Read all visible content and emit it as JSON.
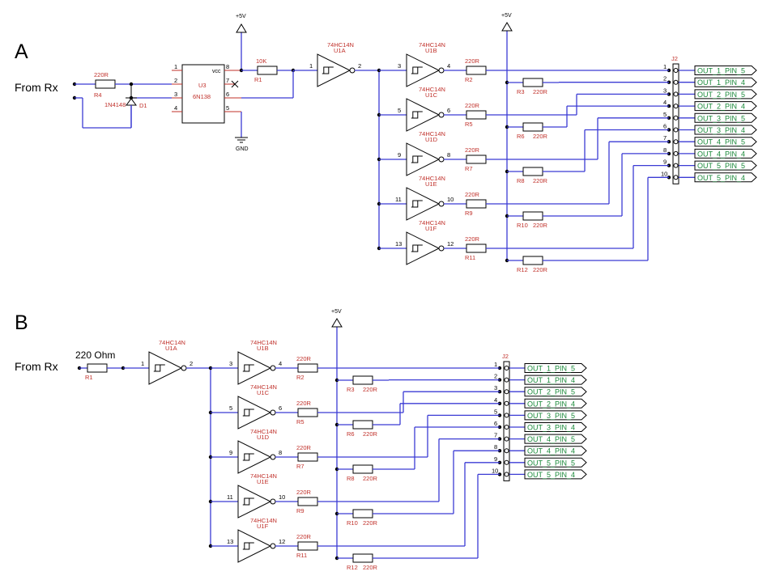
{
  "panels": [
    {
      "label": "A",
      "input_label": "From Rx",
      "supply_label": "+5V",
      "optocoupler": {
        "ref": "U3",
        "part": "6N138",
        "vcc_label": "vcc",
        "pins": [
          "1",
          "2",
          "3",
          "4",
          "8",
          "7",
          "6",
          "5"
        ]
      },
      "input_resistor": {
        "ref": "R4",
        "value": "220R"
      },
      "diode": {
        "ref": "D1",
        "part": "1N4148"
      },
      "pullup": {
        "ref": "R1",
        "value": "10K"
      },
      "ground_label": "GND",
      "supply2_label": "+5V",
      "buffer": {
        "part": "74HC14N",
        "ref": "U1A",
        "in_pin": "1",
        "out_pin": "2"
      },
      "inverters": [
        {
          "part": "74HC14N",
          "ref": "U1B",
          "in_pin": "3",
          "out_pin": "4",
          "series_ref": "R2",
          "series_val": "220R",
          "pd_ref": "R3",
          "pd_val": "220R"
        },
        {
          "part": "74HC14N",
          "ref": "U1C",
          "in_pin": "5",
          "out_pin": "6",
          "series_ref": "R5",
          "series_val": "220R",
          "pd_ref": "R6",
          "pd_val": "220R"
        },
        {
          "part": "74HC14N",
          "ref": "U1D",
          "in_pin": "9",
          "out_pin": "8",
          "series_ref": "R7",
          "series_val": "220R",
          "pd_ref": "R8",
          "pd_val": "220R"
        },
        {
          "part": "74HC14N",
          "ref": "U1E",
          "in_pin": "11",
          "out_pin": "10",
          "series_ref": "R9",
          "series_val": "220R",
          "pd_ref": "R10",
          "pd_val": "220R"
        },
        {
          "part": "74HC14N",
          "ref": "U1F",
          "in_pin": "13",
          "out_pin": "12",
          "series_ref": "R11",
          "series_val": "220R",
          "pd_ref": "R12",
          "pd_val": "220R"
        }
      ],
      "connector": {
        "ref": "J2",
        "pins": [
          "1",
          "2",
          "3",
          "4",
          "5",
          "6",
          "7",
          "8",
          "9",
          "10"
        ],
        "outputs": [
          "OUT_1_PIN_5",
          "OUT_1_PIN_4",
          "OUT_2_PIN_5",
          "OUT_2_PIN_4",
          "OUT_3_PIN_5",
          "OUT_3_PIN_4",
          "OUT_4_PIN_5",
          "OUT_4_PIN_4",
          "OUT_5_PIN_5",
          "OUT_5_PIN_4"
        ]
      }
    },
    {
      "label": "B",
      "input_label": "From Rx",
      "input_resistor": {
        "ref": "R1",
        "value": "220 Ohm"
      },
      "supply_label": "+5V",
      "buffer": {
        "part": "74HC14N",
        "ref": "U1A",
        "in_pin": "1",
        "out_pin": "2"
      },
      "inverters": [
        {
          "part": "74HC14N",
          "ref": "U1B",
          "in_pin": "3",
          "out_pin": "4",
          "series_ref": "R2",
          "series_val": "220R",
          "pd_ref": "R3",
          "pd_val": "220R"
        },
        {
          "part": "74HC14N",
          "ref": "U1C",
          "in_pin": "5",
          "out_pin": "6",
          "series_ref": "R5",
          "series_val": "220R",
          "pd_ref": "R6",
          "pd_val": "220R"
        },
        {
          "part": "74HC14N",
          "ref": "U1D",
          "in_pin": "9",
          "out_pin": "8",
          "series_ref": "R7",
          "series_val": "220R",
          "pd_ref": "R8",
          "pd_val": "220R"
        },
        {
          "part": "74HC14N",
          "ref": "U1E",
          "in_pin": "11",
          "out_pin": "10",
          "series_ref": "R9",
          "series_val": "220R",
          "pd_ref": "R10",
          "pd_val": "220R"
        },
        {
          "part": "74HC14N",
          "ref": "U1F",
          "in_pin": "13",
          "out_pin": "12",
          "series_ref": "R11",
          "series_val": "220R",
          "pd_ref": "R12",
          "pd_val": "220R"
        }
      ],
      "connector": {
        "ref": "J2",
        "pins": [
          "1",
          "2",
          "3",
          "4",
          "5",
          "6",
          "7",
          "8",
          "9",
          "10"
        ],
        "outputs": [
          "OUT_1_PIN_5",
          "OUT_1_PIN_4",
          "OUT_2_PIN_5",
          "OUT_2_PIN_4",
          "OUT_3_PIN_5",
          "OUT_3_PIN_4",
          "OUT_4_PIN_5",
          "OUT_4_PIN_4",
          "OUT_5_PIN_5",
          "OUT_5_PIN_4"
        ]
      }
    }
  ]
}
